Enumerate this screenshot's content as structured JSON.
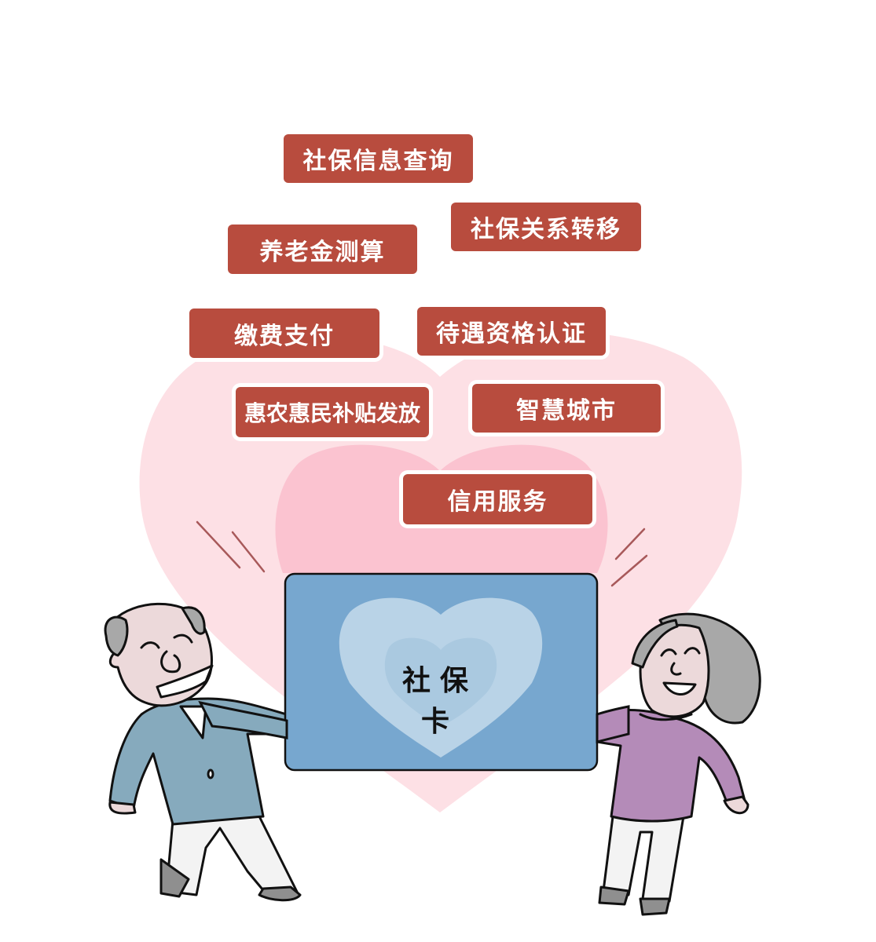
{
  "illustration": {
    "subject": "social security card held by elderly couple",
    "card_label": "社保卡",
    "service_tags": [
      {
        "label": "社保信息查询"
      },
      {
        "label": "社保关系转移"
      },
      {
        "label": "养老金测算"
      },
      {
        "label": "缴费支付"
      },
      {
        "label": "待遇资格认证"
      },
      {
        "label": "惠农惠民补贴发放"
      },
      {
        "label": "智慧城市"
      },
      {
        "label": "信用服务"
      }
    ]
  },
  "colors": {
    "tag_background": "#b84c3e",
    "tag_text": "#ffffff",
    "heart_outer": "#fde0e5",
    "heart_inner": "#fbc3d0",
    "card_background": "#77a7cf",
    "card_heart_outer": "#b9d3e7",
    "card_heart_inner": "#aac9e0",
    "man_shirt": "#86aabd",
    "woman_sweater": "#b48bb8",
    "hair_gray": "#a8a8a8",
    "skin": "#ecd9da",
    "motion_lines": "#a8595a"
  }
}
